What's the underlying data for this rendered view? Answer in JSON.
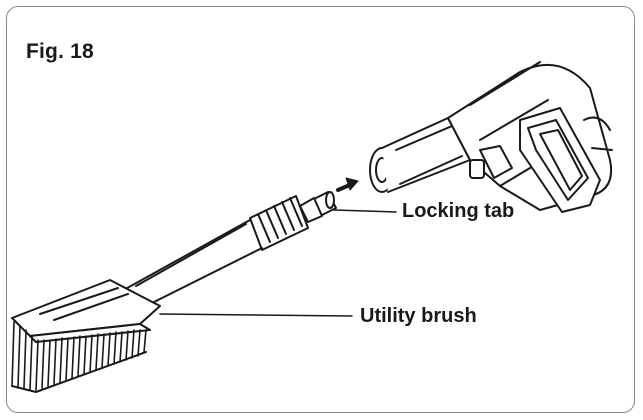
{
  "figure": {
    "title": "Fig. 18"
  },
  "callouts": {
    "locking_tab": "Locking tab",
    "utility_brush": "Utility brush"
  },
  "colors": {
    "line": "#1a1a1a",
    "frame": "#8a8a8a",
    "background": "#ffffff"
  }
}
